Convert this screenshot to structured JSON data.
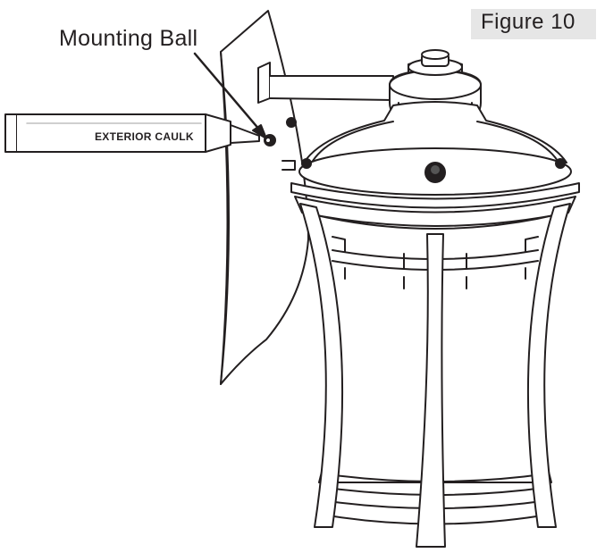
{
  "figure": {
    "label": "Figure 10",
    "callout": "Mounting Ball",
    "tube_label": "EXTERIOR CAULK"
  },
  "colors": {
    "ink": "#231f20",
    "badge": "#e6e6e6",
    "paper": "#ffffff"
  }
}
